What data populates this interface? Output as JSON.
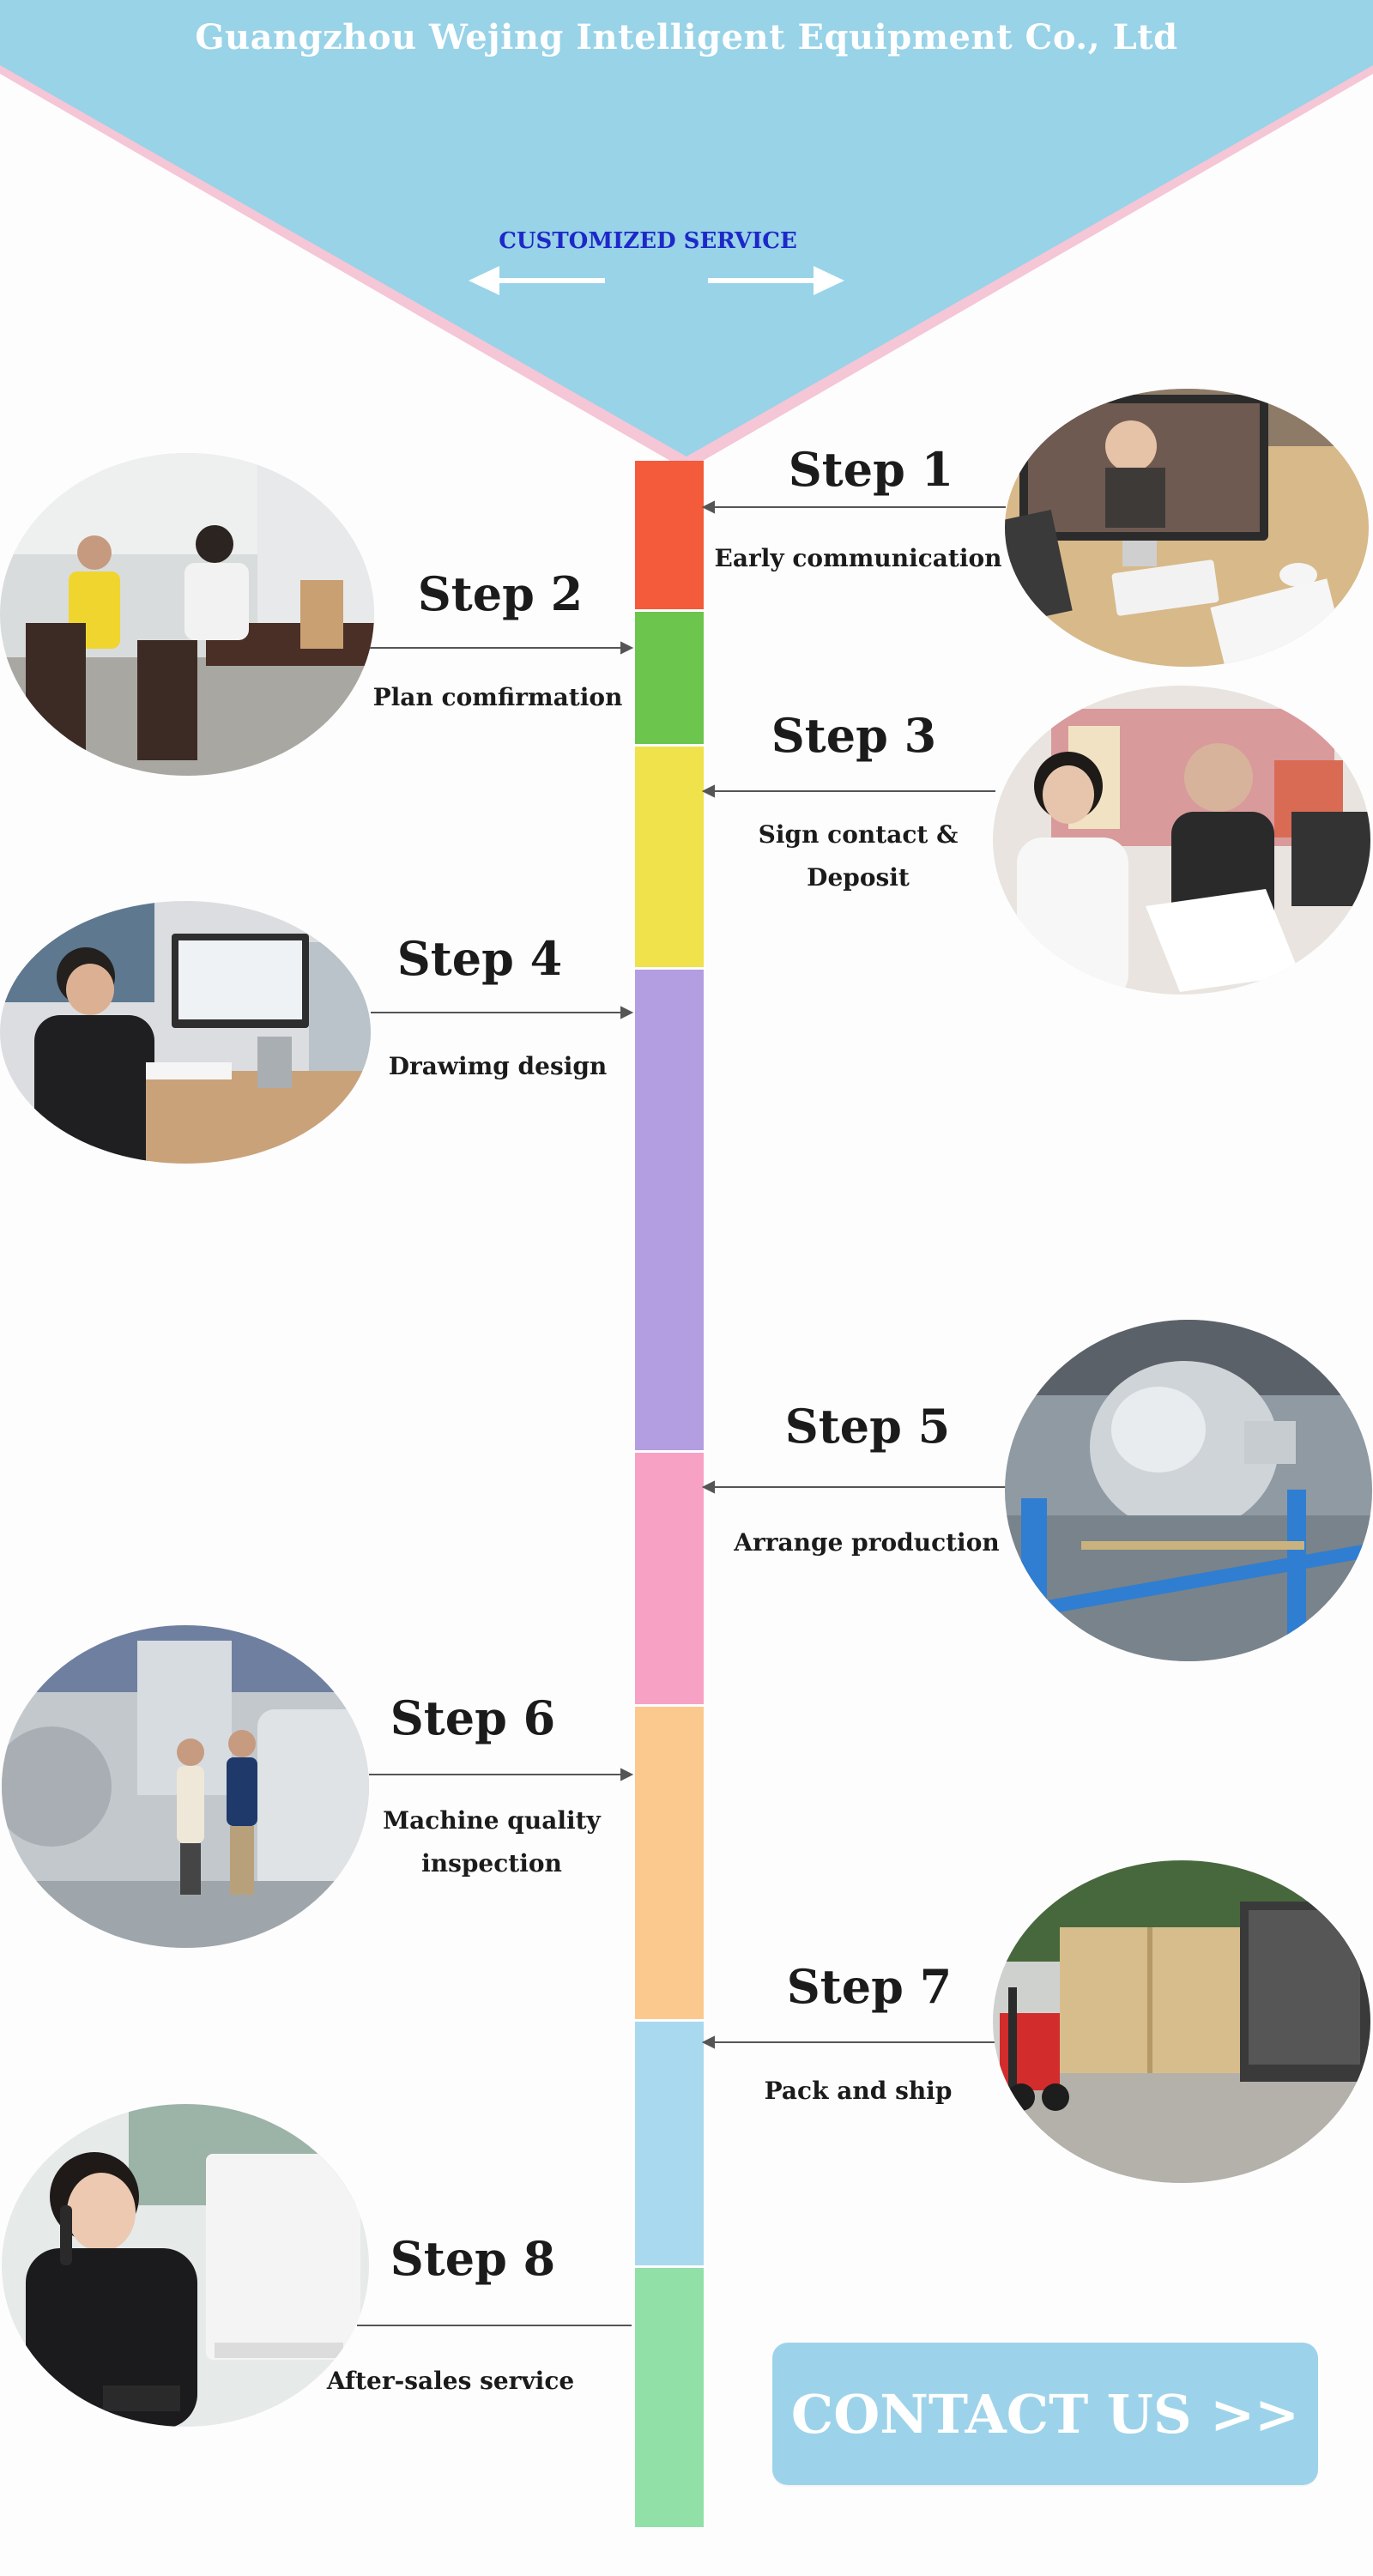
{
  "header": {
    "company_name": "Guangzhou Wejing Intelligent Equipment Co., Ltd",
    "service_title": "CUSTOMIZED SERVICE"
  },
  "colors": {
    "funnel": "#98d3e8",
    "funnel_edge": "#f4c6d6",
    "contact_button": "#9dd3ea"
  },
  "steps": [
    {
      "title": "Step 1",
      "label_lines": [
        "Early communication"
      ],
      "color": "#f35b3a"
    },
    {
      "title": "Step 2",
      "label_lines": [
        "Plan comfirmation"
      ],
      "color": "#6cc54c"
    },
    {
      "title": "Step 3",
      "label_lines": [
        "Sign contact &",
        "Deposit"
      ],
      "color": "#efe24a"
    },
    {
      "title": "Step 4",
      "label_lines": [
        "Drawimg design"
      ],
      "color": "#b29ee0"
    },
    {
      "title": "Step 5",
      "label_lines": [
        "Arrange production"
      ],
      "color": "#f7a2c4"
    },
    {
      "title": "Step 6",
      "label_lines": [
        "Machine quality",
        "inspection"
      ],
      "color": "#fbc98e"
    },
    {
      "title": "Step 7",
      "label_lines": [
        "Pack and ship"
      ],
      "color": "#a9d9ee"
    },
    {
      "title": "Step 8",
      "label_lines": [
        "After-sales service"
      ],
      "color": "#90e0a8"
    }
  ],
  "photos": [
    {
      "name": "video-call-desk-photo"
    },
    {
      "name": "meeting-room-photo"
    },
    {
      "name": "contract-signing-photo"
    },
    {
      "name": "engineer-drawing-photo"
    },
    {
      "name": "factory-tank-photo"
    },
    {
      "name": "machine-inspection-photo"
    },
    {
      "name": "forklift-loading-photo"
    },
    {
      "name": "customer-service-photo"
    }
  ],
  "contact": {
    "label": "CONTACT US >>"
  }
}
